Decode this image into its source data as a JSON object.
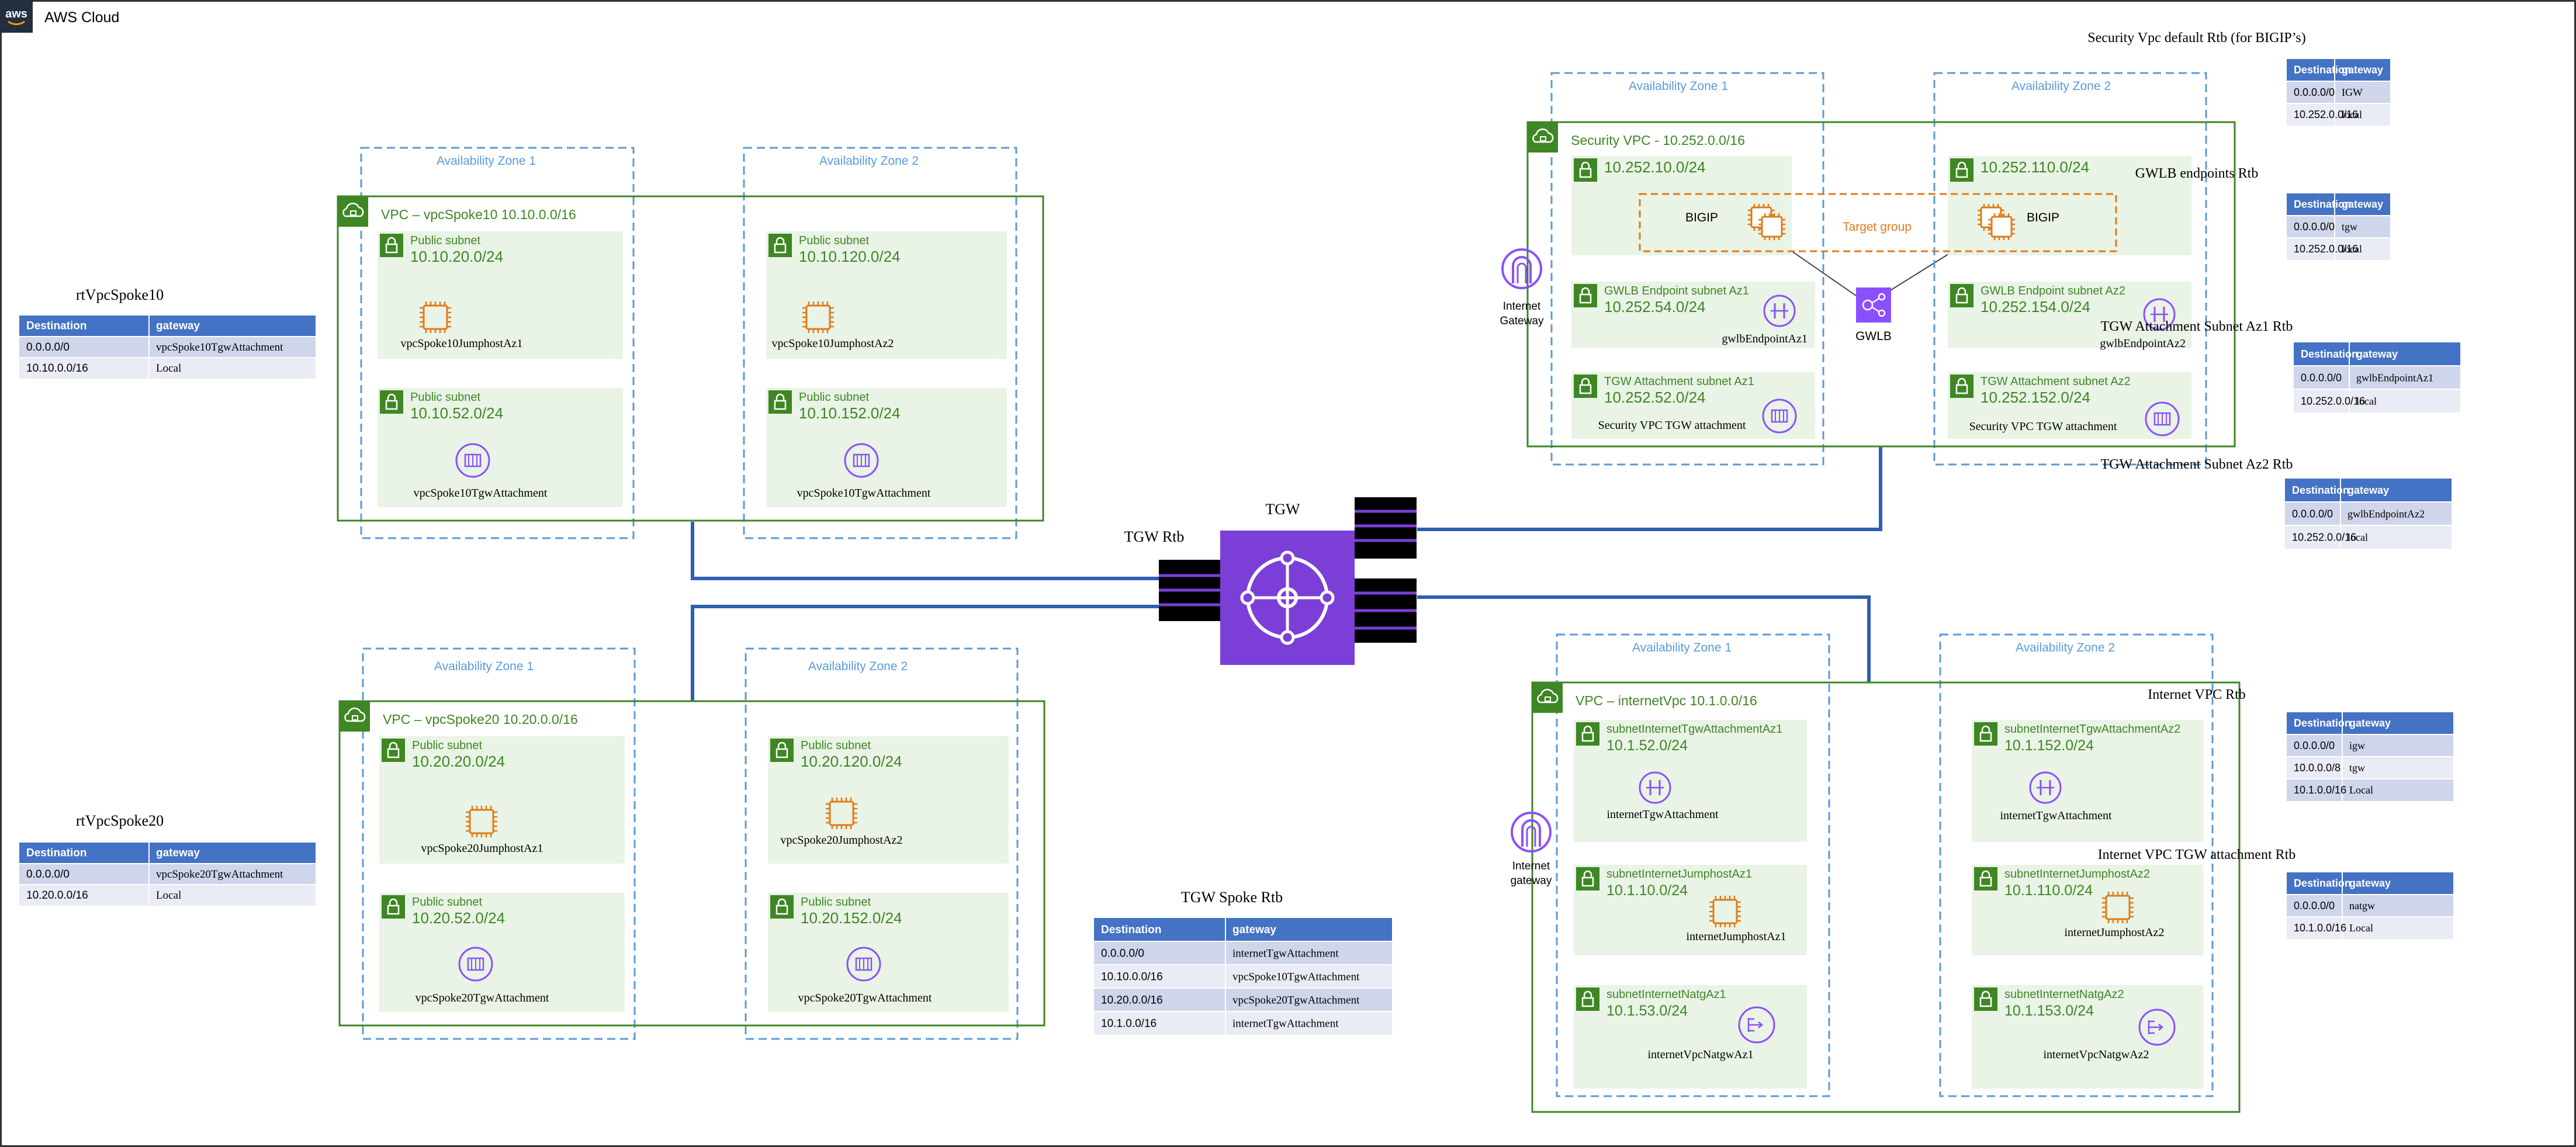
{
  "cloud": {
    "label": "AWS Cloud",
    "logo_text": "aws"
  },
  "colors": {
    "vpc_green": "#3f8624",
    "subnet_fill": "#e9f3e6",
    "az_blue": "#5a9bd8",
    "target_orange": "#e07b19",
    "tgw_purple": "#7b3fd8",
    "link_blue": "#2f5fb3",
    "table_header": "#4472c4",
    "table_row_odd": "#cfd5ea",
    "table_row_even": "#e9ebf5"
  },
  "azs": [
    {
      "label": "Availability Zone 1"
    },
    {
      "label": "Availability Zone 2"
    },
    {
      "label": "Availability Zone 1"
    },
    {
      "label": "Availability Zone 2"
    },
    {
      "label": "Availability Zone 1"
    },
    {
      "label": "Availability Zone 2"
    },
    {
      "label": "Availability Zone 1"
    },
    {
      "label": "Availability Zone 2"
    }
  ],
  "vpcs": [
    {
      "label": "VPC – vpcSpoke10 10.10.0.0/16"
    },
    {
      "label": "VPC – vpcSpoke20 10.20.0.0/16"
    },
    {
      "label": "Security VPC - 10.252.0.0/16"
    },
    {
      "label": "VPC – internetVpc 10.1.0.0/16"
    }
  ],
  "subnets": [
    {
      "name": "Public subnet",
      "cidr": "10.10.20.0/24",
      "resource": "vpcSpoke10JumphostAz1",
      "icon": "ec2-instance-icon"
    },
    {
      "name": "Public subnet",
      "cidr": "10.10.52.0/24",
      "resource": "vpcSpoke10TgwAttachment",
      "icon": "tgw-attachment-icon"
    },
    {
      "name": "Public subnet",
      "cidr": "10.10.120.0/24",
      "resource": "vpcSpoke10JumphostAz2",
      "icon": "ec2-instance-icon"
    },
    {
      "name": "Public subnet",
      "cidr": "10.10.152.0/24",
      "resource": "vpcSpoke10TgwAttachment",
      "icon": "tgw-attachment-icon"
    },
    {
      "name": "Public subnet",
      "cidr": "10.20.20.0/24",
      "resource": "vpcSpoke20JumphostAz1",
      "icon": "ec2-instance-icon"
    },
    {
      "name": "Public subnet",
      "cidr": "10.20.52.0/24",
      "resource": "vpcSpoke20TgwAttachment",
      "icon": "tgw-attachment-icon"
    },
    {
      "name": "Public subnet",
      "cidr": "10.20.120.0/24",
      "resource": "vpcSpoke20JumphostAz2",
      "icon": "ec2-instance-icon"
    },
    {
      "name": "Public subnet",
      "cidr": "10.20.152.0/24",
      "resource": "vpcSpoke20TgwAttachment",
      "icon": "tgw-attachment-icon"
    },
    {
      "name": "",
      "cidr": "10.252.10.0/24",
      "resource": "",
      "icon": ""
    },
    {
      "name": "",
      "cidr": "10.252.110.0/24",
      "resource": "",
      "icon": ""
    },
    {
      "name": "GWLB Endpoint subnet Az1",
      "cidr": "10.252.54.0/24",
      "resource": "gwlbEndpointAz1",
      "icon": "gwlb-endpoint-icon"
    },
    {
      "name": "GWLB Endpoint subnet Az2",
      "cidr": "10.252.154.0/24",
      "resource": "gwlbEndpointAz2",
      "icon": "gwlb-endpoint-icon"
    },
    {
      "name": "TGW Attachment subnet Az1",
      "cidr": "10.252.52.0/24",
      "resource": "Security VPC TGW attachment",
      "icon": "tgw-attachment-icon"
    },
    {
      "name": "TGW Attachment subnet Az2",
      "cidr": "10.252.152.0/24",
      "resource": "Security VPC TGW attachment",
      "icon": "tgw-attachment-icon"
    },
    {
      "name": "subnetInternetTgwAttachmentAz1",
      "cidr": "10.1.52.0/24",
      "resource": "internetTgwAttachment",
      "icon": "gwlb-endpoint-icon"
    },
    {
      "name": "subnetInternetTgwAttachmentAz2",
      "cidr": "10.1.152.0/24",
      "resource": "internetTgwAttachment",
      "icon": "gwlb-endpoint-icon"
    },
    {
      "name": "subnetInternetJumphostAz1",
      "cidr": "10.1.10.0/24",
      "resource": "internetJumphostAz1",
      "icon": "ec2-instance-icon"
    },
    {
      "name": "subnetInternetJumphostAz2",
      "cidr": "10.1.110.0/24",
      "resource": "internetJumphostAz2",
      "icon": "ec2-instance-icon"
    },
    {
      "name": "subnetInternetNatgAz1",
      "cidr": "10.1.53.0/24",
      "resource": "internetVpcNatgwAz1",
      "icon": "nat-gateway-icon"
    },
    {
      "name": "subnetInternetNatgAz2",
      "cidr": "10.1.153.0/24",
      "resource": "internetVpcNatgwAz2",
      "icon": "nat-gateway-icon"
    }
  ],
  "target_group": {
    "label": "Target group",
    "bigip_left": "BIGIP",
    "bigip_right": "BIGIP"
  },
  "gwlb": {
    "label": "GWLB"
  },
  "igws": [
    {
      "label_line1": "Internet",
      "label_line2": "Gateway"
    },
    {
      "label_line1": "Internet",
      "label_line2": "gateway"
    }
  ],
  "tgw": {
    "label": "TGW",
    "rtb_label": "TGW Rtb"
  },
  "tables": [
    {
      "title": "rtVpcSpoke10",
      "headers": [
        "Destination",
        "gateway"
      ],
      "rows": [
        [
          "0.0.0.0/0",
          "vpcSpoke10TgwAttachment"
        ],
        [
          "10.10.0.0/16",
          "Local"
        ]
      ]
    },
    {
      "title": "rtVpcSpoke20",
      "headers": [
        "Destination",
        "gateway"
      ],
      "rows": [
        [
          "0.0.0.0/0",
          "vpcSpoke20TgwAttachment"
        ],
        [
          "10.20.0.0/16",
          "Local"
        ]
      ]
    },
    {
      "title": "TGW Spoke Rtb",
      "headers": [
        "Destination",
        "gateway"
      ],
      "rows": [
        [
          "0.0.0.0/0",
          "internetTgwAttachment"
        ],
        [
          "10.10.0.0/16",
          "vpcSpoke10TgwAttachment"
        ],
        [
          "10.20.0.0/16",
          "vpcSpoke20TgwAttachment"
        ],
        [
          "10.1.0.0/16",
          "internetTgwAttachment"
        ]
      ]
    },
    {
      "title": "Security Vpc default Rtb (for BIGIP’s)",
      "headers": [
        "Destination",
        "gateway"
      ],
      "rows": [
        [
          "0.0.0.0/0",
          "IGW"
        ],
        [
          "10.252.0.0/16",
          "local"
        ]
      ]
    },
    {
      "title": "GWLB endpoints Rtb",
      "headers": [
        "Destination",
        "gateway"
      ],
      "rows": [
        [
          "0.0.0.0/0",
          "tgw"
        ],
        [
          "10.252.0.0/16",
          "local"
        ]
      ]
    },
    {
      "title": "TGW Attachment Subnet Az1 Rtb",
      "headers": [
        "Destination",
        "gateway"
      ],
      "rows": [
        [
          "0.0.0.0/0",
          "gwlbEndpointAz1"
        ],
        [
          "10.252.0.0/16",
          "local"
        ]
      ]
    },
    {
      "title": "TGW Attachment Subnet Az2 Rtb",
      "headers": [
        "Destination",
        "gateway"
      ],
      "rows": [
        [
          "0.0.0.0/0",
          "gwlbEndpointAz2"
        ],
        [
          "10.252.0.0/16",
          "local"
        ]
      ]
    },
    {
      "title": "Internet VPC Rtb",
      "headers": [
        "Destination",
        "gateway"
      ],
      "rows": [
        [
          "0.0.0.0/0",
          "igw"
        ],
        [
          "10.0.0.0/8",
          "tgw"
        ],
        [
          "10.1.0.0/16",
          "Local"
        ]
      ]
    },
    {
      "title": "Internet VPC TGW attachment Rtb",
      "headers": [
        "Destination",
        "gateway"
      ],
      "rows": [
        [
          "0.0.0.0/0",
          "natgw"
        ],
        [
          "10.1.0.0/16",
          "Local"
        ]
      ]
    }
  ]
}
